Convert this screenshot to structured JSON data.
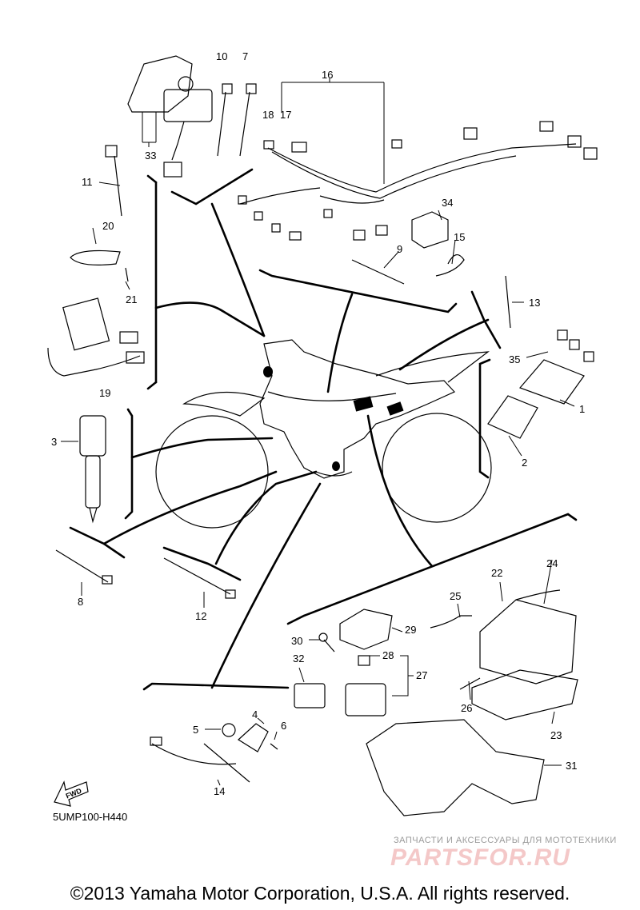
{
  "callouts": [
    {
      "id": "c1",
      "label": "1"
    },
    {
      "id": "c2",
      "label": "2"
    },
    {
      "id": "c3",
      "label": "3"
    },
    {
      "id": "c4",
      "label": "4"
    },
    {
      "id": "c5",
      "label": "5"
    },
    {
      "id": "c6",
      "label": "6"
    },
    {
      "id": "c7",
      "label": "7"
    },
    {
      "id": "c8",
      "label": "8"
    },
    {
      "id": "c9",
      "label": "9"
    },
    {
      "id": "c10",
      "label": "10"
    },
    {
      "id": "c11",
      "label": "11"
    },
    {
      "id": "c12",
      "label": "12"
    },
    {
      "id": "c13",
      "label": "13"
    },
    {
      "id": "c14",
      "label": "14"
    },
    {
      "id": "c15",
      "label": "15"
    },
    {
      "id": "c16",
      "label": "16"
    },
    {
      "id": "c17",
      "label": "17"
    },
    {
      "id": "c18",
      "label": "18"
    },
    {
      "id": "c19",
      "label": "19"
    },
    {
      "id": "c20",
      "label": "20"
    },
    {
      "id": "c21",
      "label": "21"
    },
    {
      "id": "c22",
      "label": "22"
    },
    {
      "id": "c23",
      "label": "23"
    },
    {
      "id": "c24",
      "label": "24"
    },
    {
      "id": "c25",
      "label": "25"
    },
    {
      "id": "c26",
      "label": "26"
    },
    {
      "id": "c27",
      "label": "27"
    },
    {
      "id": "c28",
      "label": "28"
    },
    {
      "id": "c29",
      "label": "29"
    },
    {
      "id": "c30",
      "label": "30"
    },
    {
      "id": "c31",
      "label": "31"
    },
    {
      "id": "c32",
      "label": "32"
    },
    {
      "id": "c33",
      "label": "33"
    },
    {
      "id": "c34",
      "label": "34"
    },
    {
      "id": "c35",
      "label": "35"
    }
  ],
  "fwd_label": "FWD",
  "diagram_code": "5UMP100-H440",
  "watermark": {
    "caption": "ЗАПЧАСТИ И АКСЕССУАРЫ ДЛЯ МОТОТЕХНИКИ",
    "logo": "PARTSFOR.RU"
  },
  "copyright": "©2013 Yamaha Motor Corporation, U.S.A. All rights reserved."
}
